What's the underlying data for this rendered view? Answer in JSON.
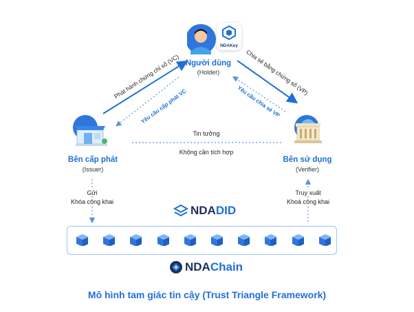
{
  "holder": {
    "label": "Người dùng",
    "role": "(Holder)",
    "key_badge": "NDAKey"
  },
  "issuer": {
    "label": "Bên cấp phát",
    "role": "(Issuer)"
  },
  "verifier": {
    "label": "Bên sử dụng",
    "role": "(Verifier)"
  },
  "edges": {
    "issue_vc": "Phát hành chứng chỉ số (VC)",
    "request_vc": "Yêu cầu cấp phát VC",
    "share_vp": "Chia sẻ bằng chứng số (VP)",
    "request_vp": "Yêu cầu chia sẻ VP",
    "trust": "Tin tưởng",
    "no_integration": "Không cần tích hợp"
  },
  "issuer_link": {
    "line1": "Gửi",
    "line2": "Khóa công khai"
  },
  "verifier_link": {
    "line1": "Truy xuất",
    "line2": "Khoá công khai"
  },
  "ndadid": {
    "prefix": "NDA",
    "suffix": "DID"
  },
  "ndachain": {
    "prefix": "NDA",
    "suffix": "Chain"
  },
  "caption": "Mô hình tam giác tin cậy (Trust Triangle Framework)",
  "colors": {
    "primary": "#1f6fd6",
    "accent": "#2f76dc",
    "cube": "#3a86e8"
  }
}
